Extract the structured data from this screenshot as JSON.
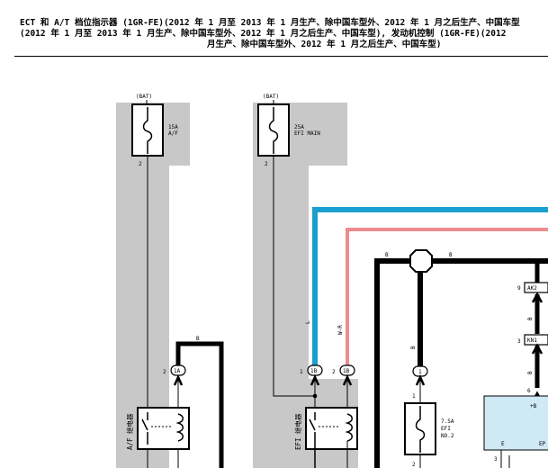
{
  "title": {
    "line1": "ECT 和 A/T 档位指示器 (1GR-FE)(2012 年 1 月至 2013 年 1 月生产、除中国车型外、2012 年 1 月之后生产、中国车型",
    "line2": "(2012 年 1 月至 2013 年 1 月生产、除中国车型外、2012 年 1 月之后生产、中国车型), 发动机控制 (1GR-FE)(2012",
    "line3": "月生产、除中国车型外、2012 年 1 月之后生产、中国车型)"
  },
  "fuse_af": {
    "source": "(BAT)",
    "rating": "15A",
    "name": "A/F",
    "pin": "2"
  },
  "fuse_efi_main": {
    "source": "(BAT)",
    "rating": "25A",
    "name": "EFI MAIN",
    "pin": "2"
  },
  "fuse_efi_no2": {
    "rating": "7.5A",
    "name1": "EFI",
    "name2": "NO.2",
    "pin_top": "1",
    "pin_bottom": "2"
  },
  "relay_af": {
    "label": "A/F 继电器"
  },
  "relay_efi": {
    "label": "EFI 继电器"
  },
  "connectors": {
    "c1a": {
      "label": "1A",
      "pin": "2"
    },
    "c1b_left": {
      "label": "1B",
      "pin": "1"
    },
    "c1b_right": {
      "label": "1B",
      "pin": "2"
    },
    "c_fuse": {
      "label": "1"
    },
    "ak2": {
      "label": "AK2",
      "pin": "9"
    },
    "kn1": {
      "label": "KN1",
      "pin": "3"
    },
    "ecu_pin": "6",
    "ecu_bottom_pin": "3"
  },
  "ecu": {
    "plus_b": "+B",
    "e": "E",
    "ep": "EP"
  },
  "wire_colors": {
    "b_af": "B",
    "l_blue": "L",
    "wr": "W-R",
    "b_top1": "B",
    "b_top2": "B",
    "b_fuse": "B",
    "b_right1": "B",
    "b_right2": "B"
  },
  "colors": {
    "blue": "#1a9fd0",
    "red": "#d81a1a",
    "gray": "#c8c8c8",
    "ecu_fill": "#cfe9f5"
  }
}
